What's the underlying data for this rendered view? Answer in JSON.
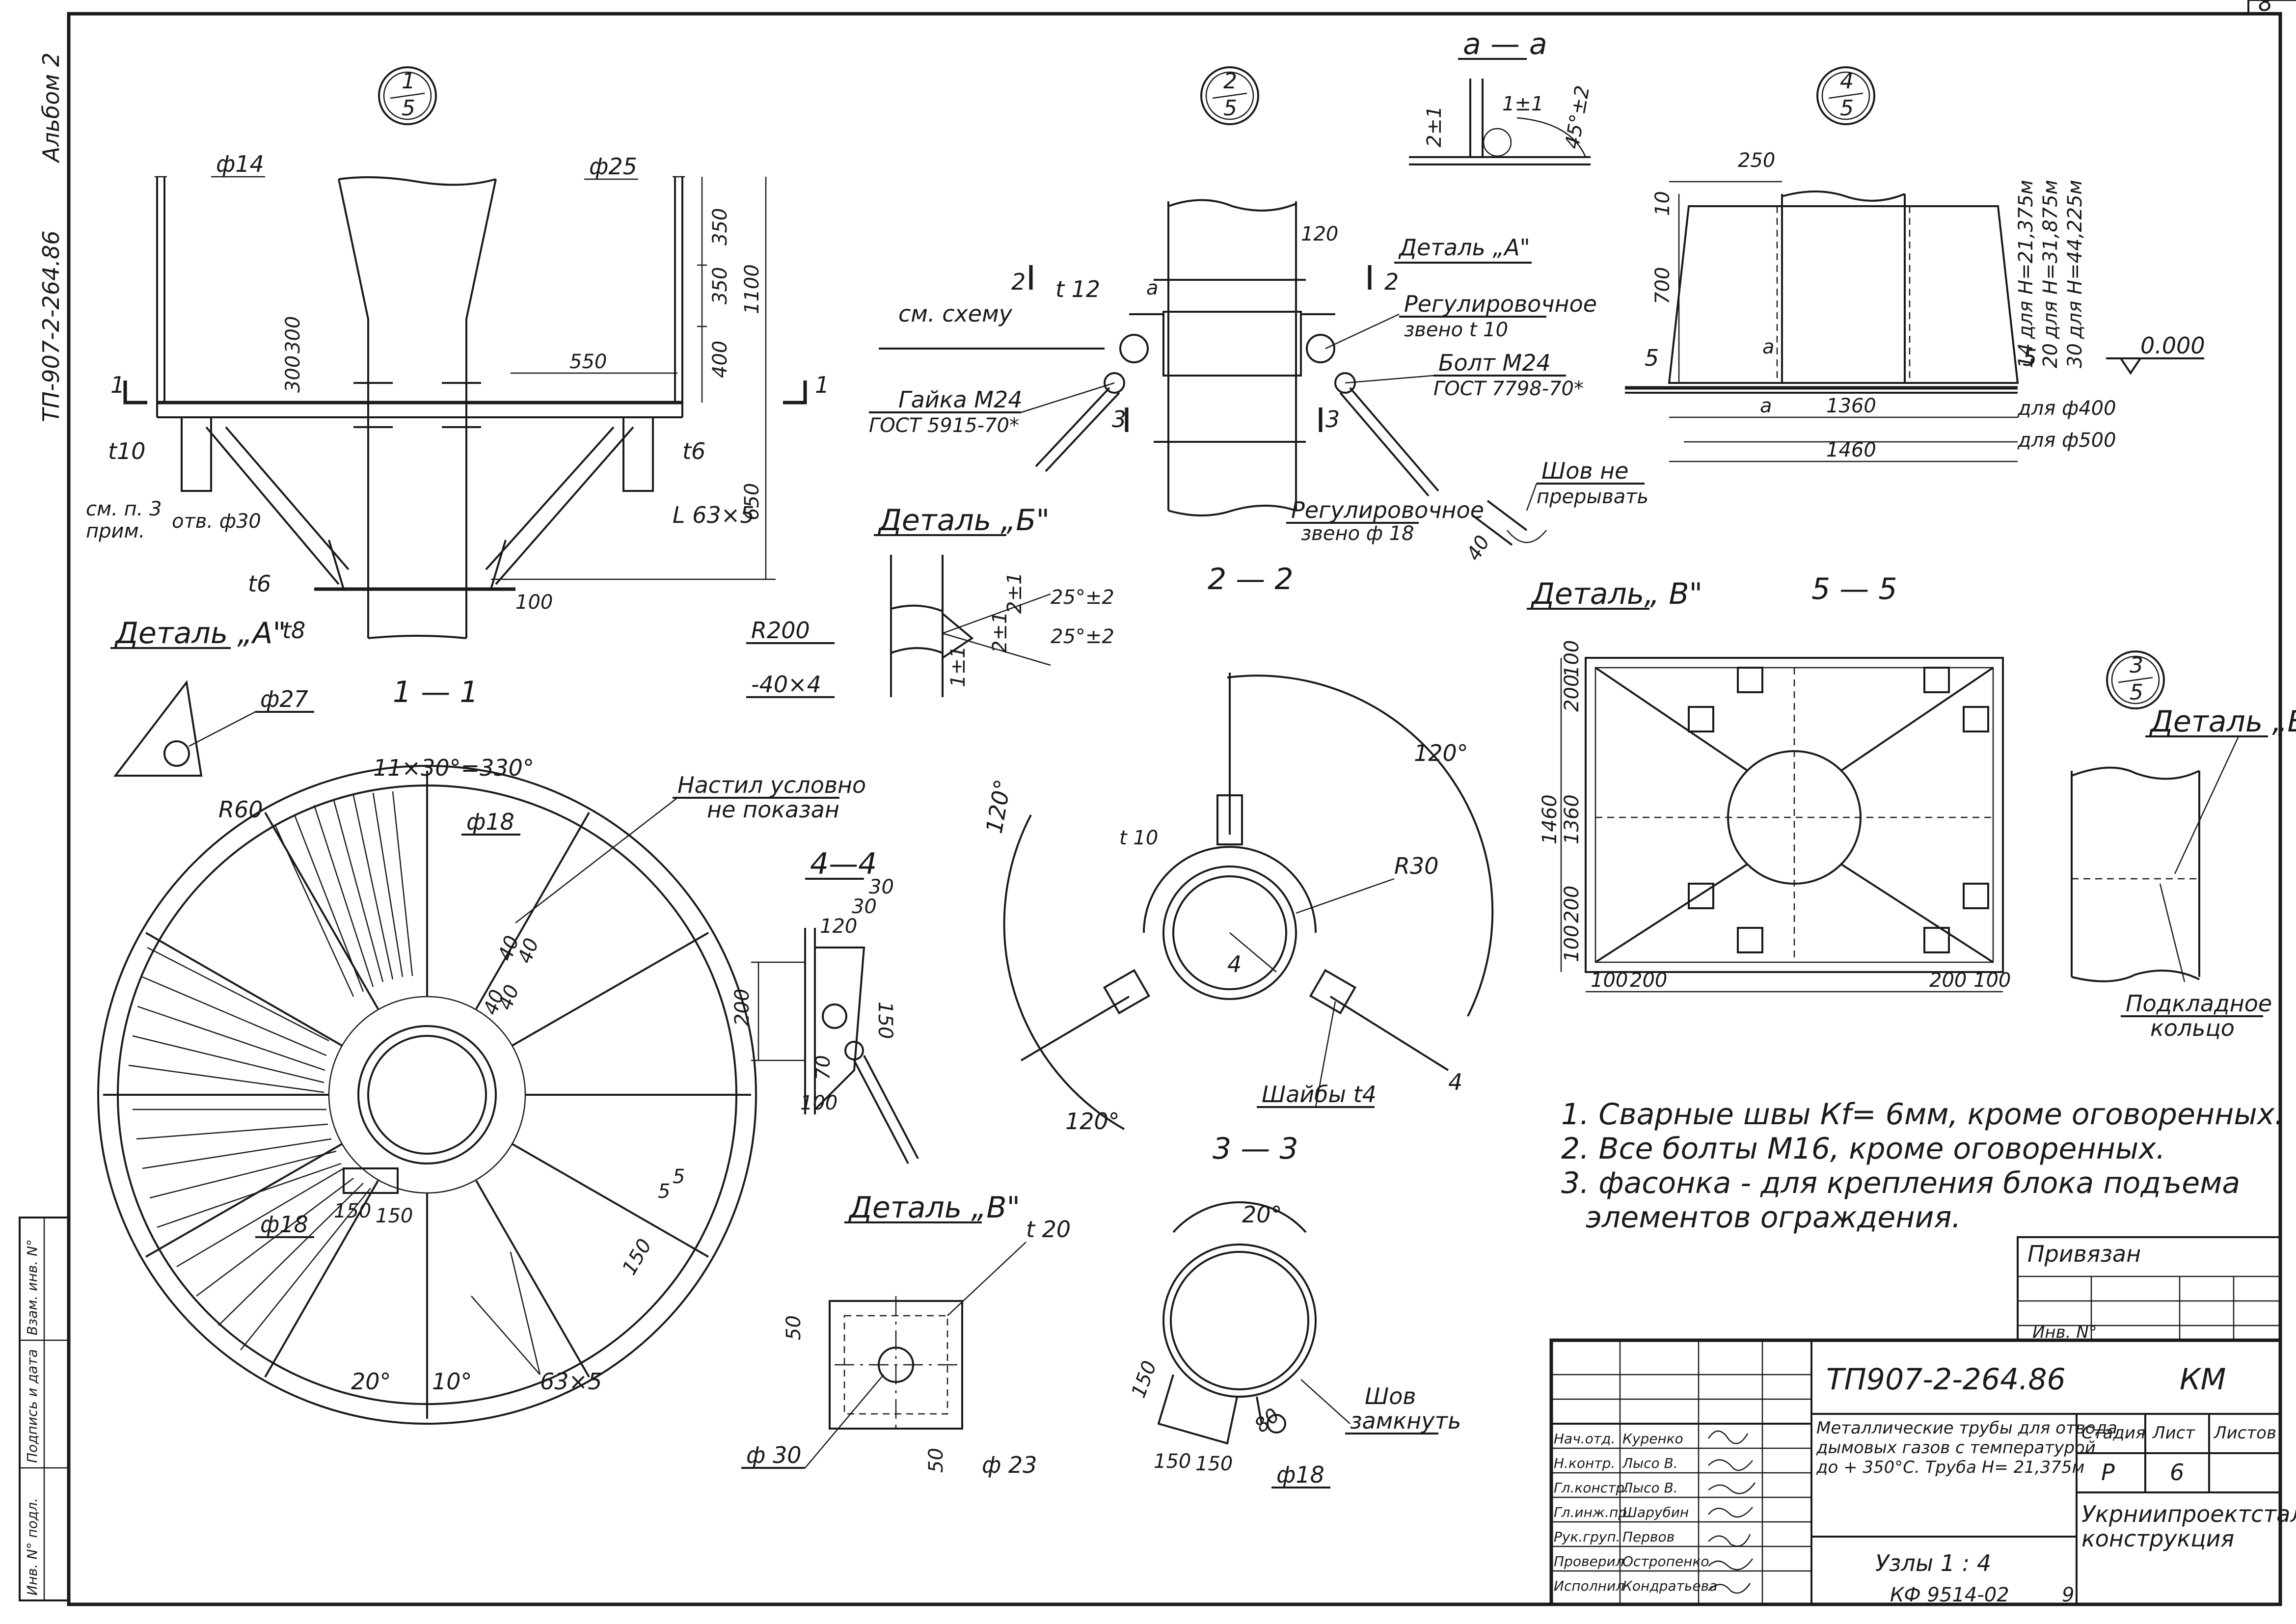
{
  "sheet": {
    "page_number": "8",
    "album": "Альбом 2",
    "code_vertical": "ТП-907-2-264.86",
    "archive_code": "КФ 9514-02",
    "archive_suffix": "9"
  },
  "views": {
    "v1_5": {
      "num": "1",
      "den": "5"
    },
    "v2_5": {
      "num": "2",
      "den": "5"
    },
    "v4_5": {
      "num": "4",
      "den": "5"
    },
    "v3_5": {
      "num": "3",
      "den": "5"
    }
  },
  "section_titles": {
    "s11": "1 — 1",
    "s22": "2 — 2",
    "s33": "3 — 3",
    "s44": "4—4",
    "s55": "5 — 5",
    "saa": "а — а"
  },
  "detail_titles": {
    "det_a": "Деталь „А\"",
    "det_b": "Деталь „Б\"",
    "det_v": "Деталь „В\"",
    "det_a2": "Деталь „А\"",
    "det_v2": "Деталь„ В\"",
    "det_b2": "Деталь „Б\""
  },
  "labels_view1": {
    "phi14": "ф14",
    "phi25": "ф25",
    "d350a": "350",
    "d350b": "350",
    "d1100": "1100",
    "d400": "400",
    "d650": "650",
    "d550": "550",
    "d300a": "300",
    "d300b": "300",
    "t10": "t10",
    "t6a": "t6",
    "t6b": "t6",
    "t8": "t8",
    "d100": "100",
    "l63x5": "L 63×5",
    "sm_p3": "см. п. 3",
    "prim": "прим.",
    "otv": "отв. ф30",
    "cut_1a": "1",
    "cut_1b": "1"
  },
  "labels_view2": {
    "d120": "120",
    "t12": "t 12",
    "a": "а",
    "sm_shemu": "см. схему",
    "gayka": "Гайка М24",
    "gost5915": "ГОСТ 5915-70*",
    "det_a_ref": "Деталь „А\"",
    "reg_zveno": "Регулировочное",
    "zveno_t10": "звено t 10",
    "bolt": "Болт М24",
    "gost7798": "ГОСТ 7798-70*",
    "reg_zveno2": "Регулировочное",
    "zveno_phi18": "звено ф 18",
    "cut2a": "2",
    "cut2b": "2",
    "cut3a": "3",
    "cut3b": "3"
  },
  "labels_aa": {
    "d2pm1": "2±1",
    "d1pm1": "1±1",
    "ang45": "45°±2"
  },
  "labels_detb": {
    "r200": "R200",
    "plate": "-40×4",
    "ang25a": "25°±2",
    "ang25b": "25°±2",
    "d2pm1a": "2±1",
    "d2pm1b": "2±1",
    "d1pm1": "1±1"
  },
  "labels_view4": {
    "d250": "250",
    "d10": "10",
    "d700": "700",
    "d1360": "1360",
    "d1460": "1460",
    "d14": "14",
    "d20": "20",
    "d30": "30",
    "h1": "для Н=21,375м",
    "h2": "для Н=31,875м",
    "h3": "для Н=44,225м",
    "dlya400": "для ф400",
    "dlya500": "для ф500",
    "zero": "0.000",
    "shov": "Шов не",
    "prerivat": "прерывать",
    "d40": "40",
    "cut5a": "5",
    "cut5b": "5",
    "a1": "а",
    "a2": "а"
  },
  "labels_55": {
    "d200a": "200",
    "d100a": "100",
    "d1460": "1460",
    "d1360": "1360",
    "d100b": "100",
    "d200b": "200",
    "d100c": "100",
    "d200c": "200",
    "d200d": "200",
    "d100d": "100"
  },
  "labels_plan": {
    "phi27": "ф27",
    "r60": "R60",
    "ang330": "11×30°=330°",
    "phi18a": "ф18",
    "nastil": "Настил условно",
    "ne_pokazan": "не показан",
    "phi18b": "ф18",
    "d150a": "150",
    "d150b": "150",
    "d150c": "150",
    "d5": "5",
    "d5b": "5",
    "ang20": "20°",
    "ang10": "10°",
    "l63x5": "63×5",
    "d40a": "40",
    "d40b": "40",
    "d40c": "40",
    "d40d": "40"
  },
  "labels_44": {
    "d30a": "30",
    "d30b": "30",
    "d120": "120",
    "d200": "200",
    "d150": "150",
    "d70": "70",
    "d100": "100"
  },
  "labels_22": {
    "ang120a": "120°",
    "ang120b": "120°",
    "ang120c": "120°",
    "t10": "t 10",
    "r30": "R30",
    "shaibi": "Шайбы t4",
    "cut4a": "4",
    "cut4b": "4"
  },
  "labels_detv": {
    "t20": "t 20",
    "d50a": "50",
    "d50b": "50",
    "phi30": "ф 30",
    "phi23": "ф 23"
  },
  "labels_33": {
    "ang20": "20°",
    "d150a": "150",
    "d150b": "150",
    "d150c": "150",
    "d80": "80",
    "phi18": "ф18",
    "shov": "Шов",
    "zamknut": "замкнуть"
  },
  "labels_detb2": {
    "podklad": "Подкладное",
    "kolco": "кольцо"
  },
  "notes": [
    "1. Сварные швы Кf= 6мм, кроме оговоренных.",
    "2. Все болты М16, кроме оговоренных.",
    "3. фасонка - для крепления блока подъема",
    "элементов ограждения."
  ],
  "privyazan": {
    "title": "Привязан",
    "inv": "Инв. N°"
  },
  "title_block": {
    "code": "ТП907-2-264.86",
    "mark": "КМ",
    "desc1": "Металлические трубы для отвода",
    "desc2": "дымовых газов с температурой",
    "desc3": "до + 350°С. Труба Н= 21,375м",
    "stage_h": "Стадия",
    "sheet_h": "Лист",
    "sheets_h": "Листов",
    "stage": "Р",
    "sheet": "6",
    "sheets": "",
    "org1": "Укрниипроектстальк-",
    "org2": "конструкция",
    "drawing_name": "Узлы 1 : 4",
    "staff": [
      {
        "role": "Нач.отд.",
        "name": "Куренко"
      },
      {
        "role": "Н.контр.",
        "name": "Лысо В."
      },
      {
        "role": "Гл.констр.",
        "name": "Лысо В."
      },
      {
        "role": "Гл.инж.пр.",
        "name": "Шарубин"
      },
      {
        "role": "Рук.груп.",
        "name": "Первов"
      },
      {
        "role": "Проверил",
        "name": "Остропенко"
      },
      {
        "role": "Исполнил",
        "name": "Кондратьева"
      }
    ]
  },
  "left_stamp": {
    "inv_podl": "Инв. N° подл.",
    "podpis": "Подпись и дата",
    "vzam": "Взам. инв. N°"
  }
}
